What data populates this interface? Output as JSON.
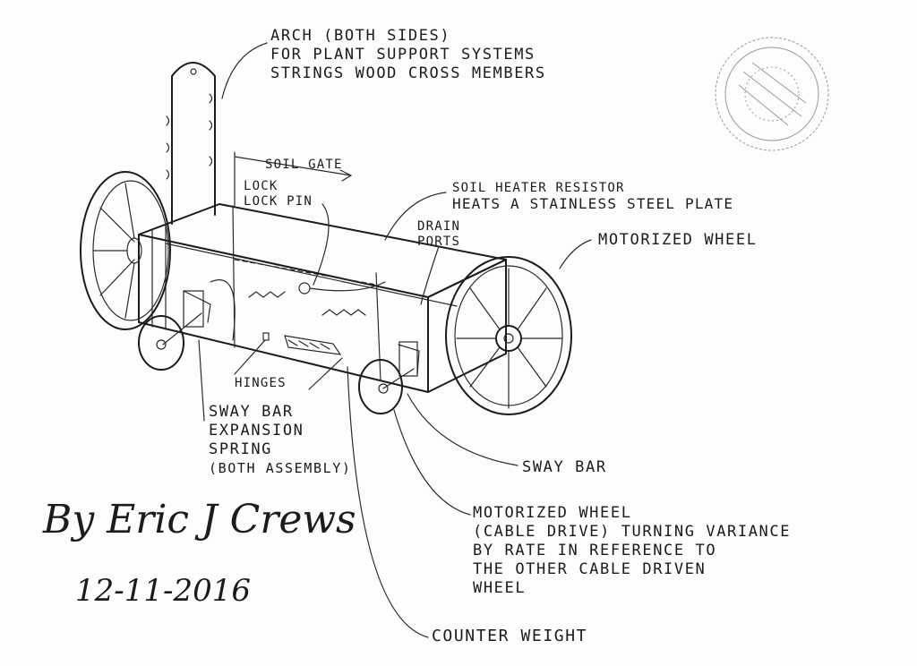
{
  "labels": {
    "arch": [
      "ARCH (BOTH SIDES)",
      "FOR PLANT SUPPORT SYSTEMS",
      "STRINGS WOOD CROSS MEMBERS"
    ],
    "soil_gate": "SOIL GATE",
    "lock": [
      "LOCK",
      "LOCK PIN"
    ],
    "heater": [
      "SOIL HEATER RESISTOR",
      "HEATS A STAINLESS STEEL PLATE"
    ],
    "drain": [
      "DRAIN",
      "PORTS"
    ],
    "motorized_wheel": "MOTORIZED WHEEL",
    "hinges": "HINGES",
    "sway_spring": [
      "SWAY BAR",
      "EXPANSION",
      "SPRING",
      "(BOTH ASSEMBLY)"
    ],
    "sway_bar": "SWAY BAR",
    "cable_drive": [
      "MOTORIZED WHEEL",
      "(CABLE DRIVE) TURNING VARIANCE",
      "BY RATE IN REFERENCE TO",
      "THE OTHER CABLE DRIVEN",
      "WHEEL"
    ],
    "counter_weight": "COUNTER WEIGHT"
  },
  "signature": {
    "name": "By Eric J Crews",
    "date": "12-11-2016"
  },
  "colors": {
    "ink": "#1c1c1c",
    "paper": "#fdfdfb"
  },
  "icons": {
    "stamp": "notary-seal-icon"
  }
}
